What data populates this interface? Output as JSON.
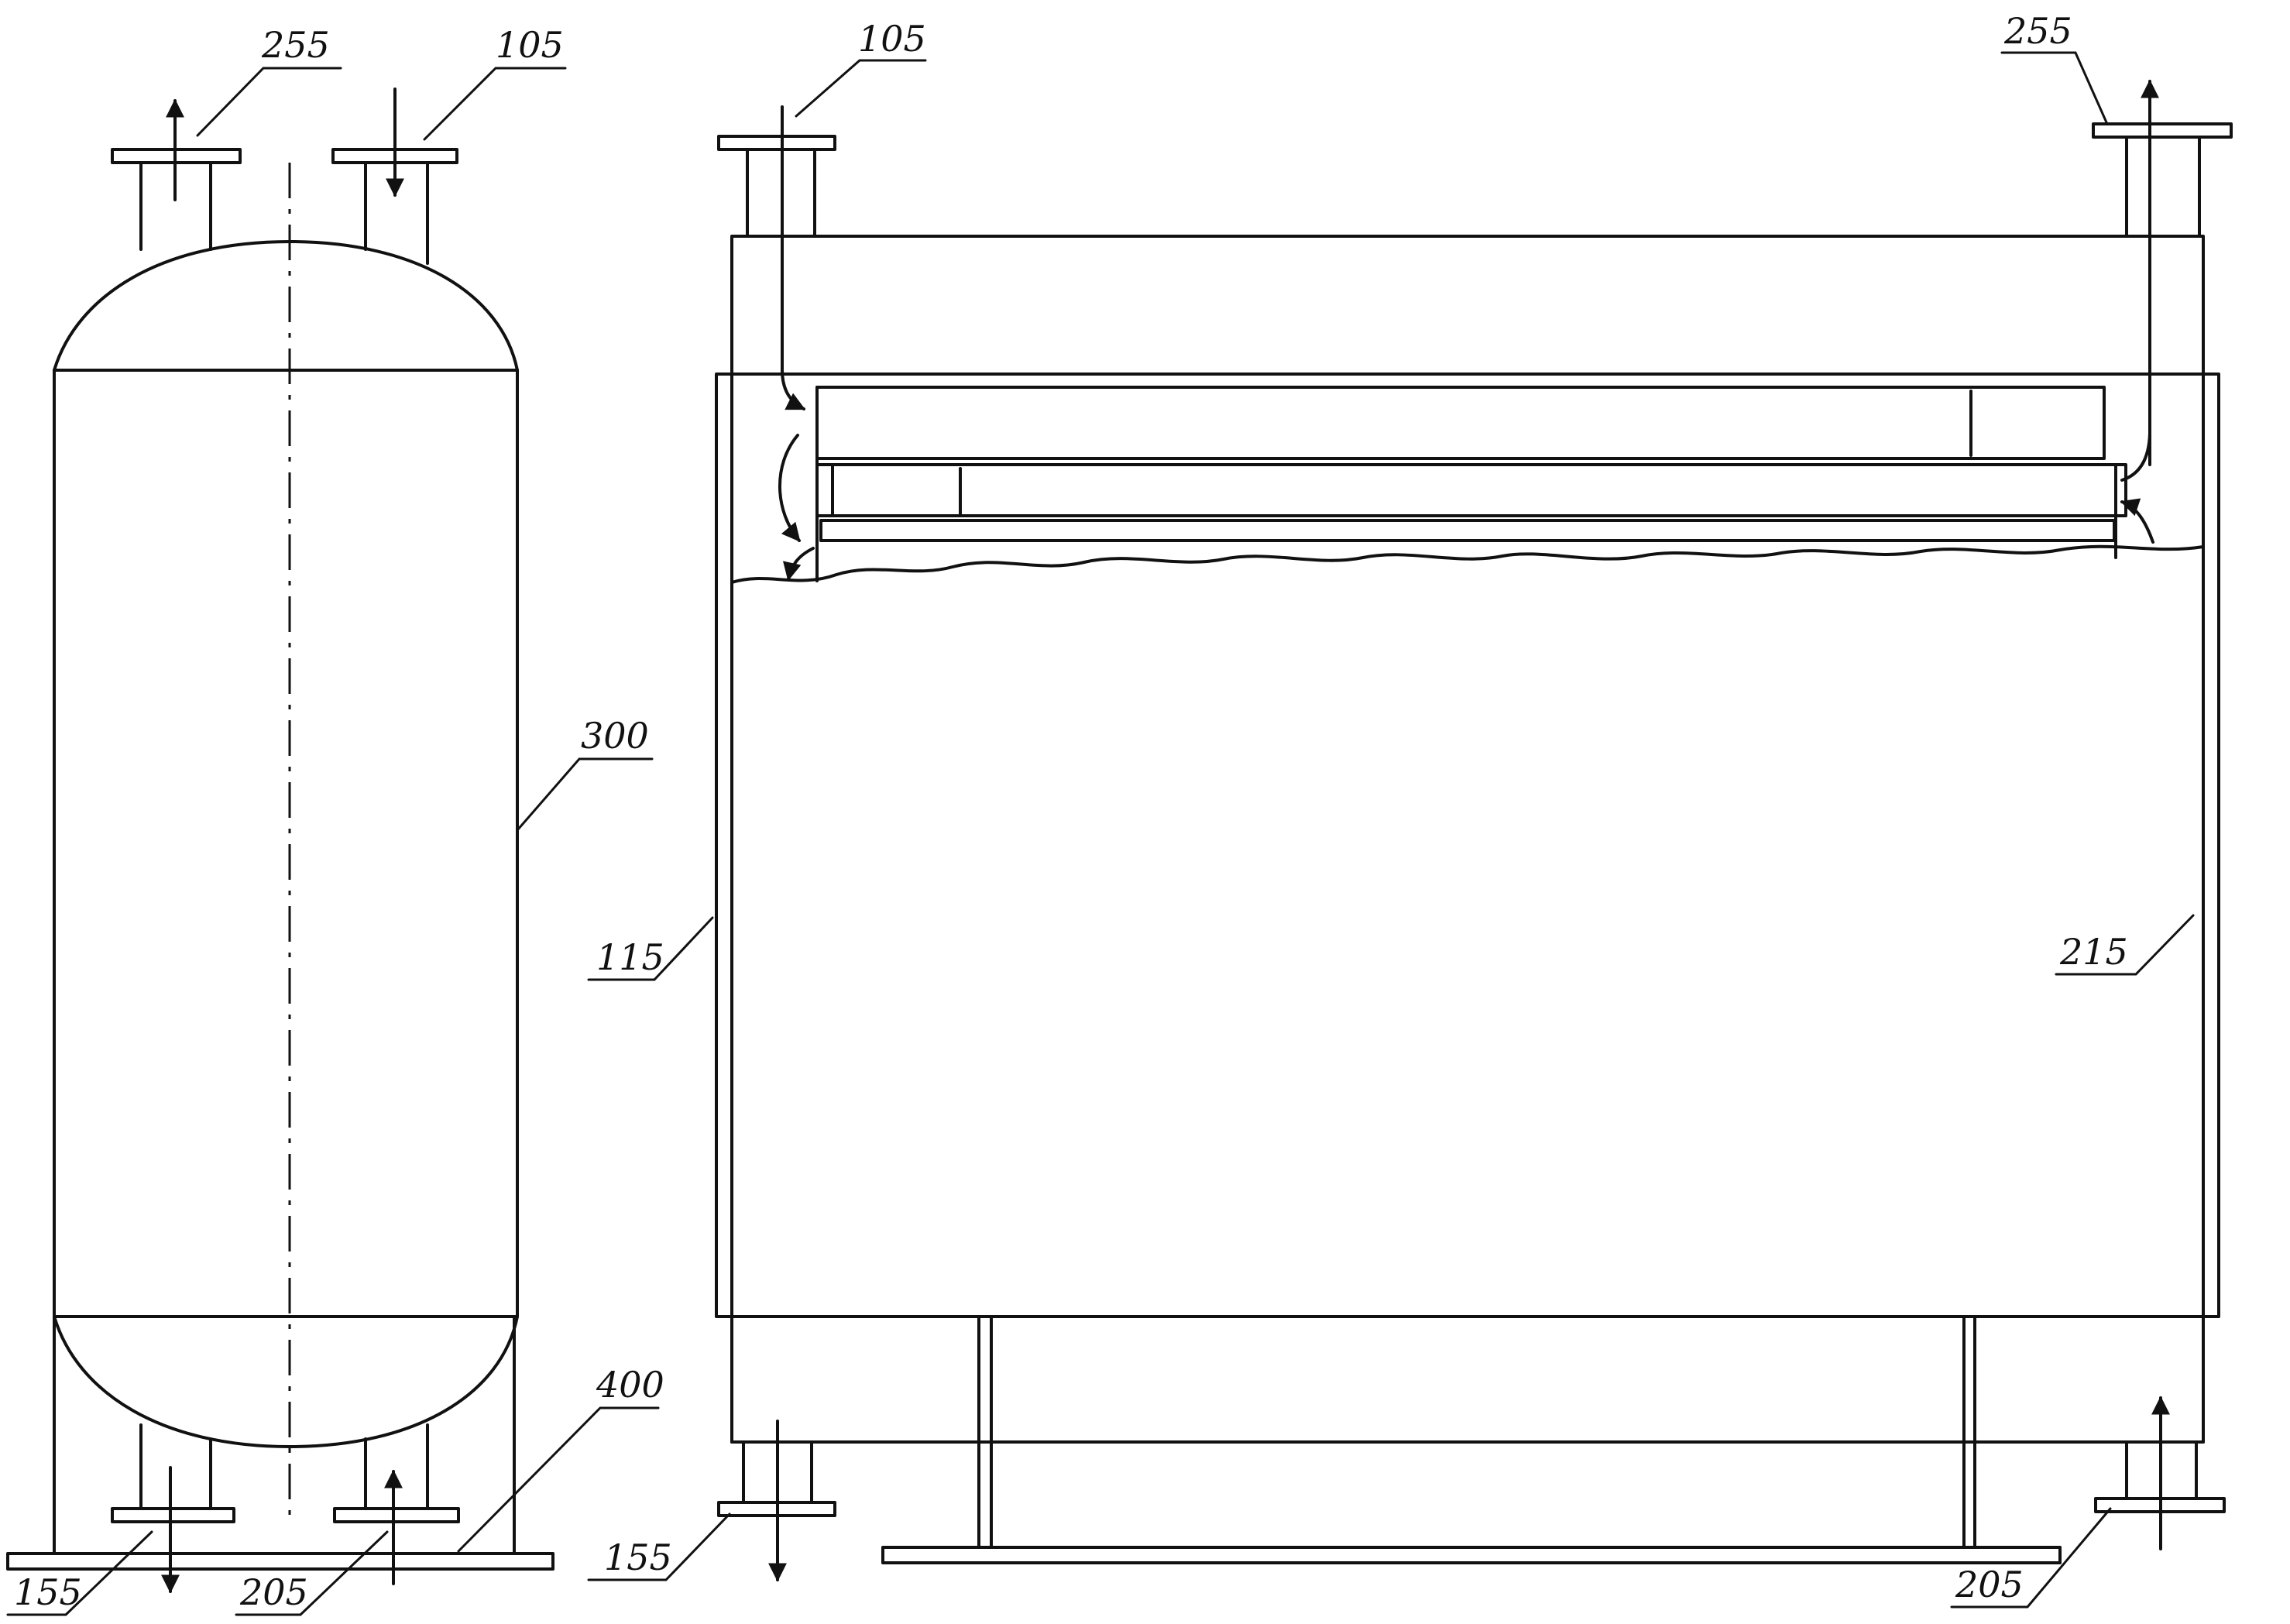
{
  "labels": {
    "side_view": {
      "outlet_top": "255",
      "inlet_top": "105",
      "shell": "300",
      "support": "400",
      "outlet_bottom": "155",
      "inlet_bottom": "205"
    },
    "front_view": {
      "inlet_top": "105",
      "outlet_top": "255",
      "left_chamber": "115",
      "right_chamber": "215",
      "outlet_bottom": "155",
      "inlet_bottom": "205"
    }
  }
}
